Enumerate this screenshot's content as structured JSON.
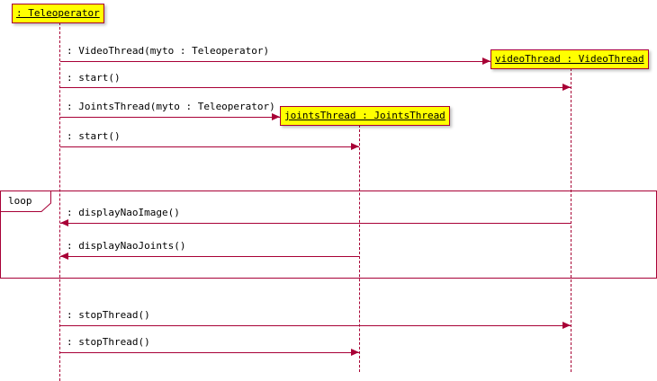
{
  "participants": [
    {
      "label": ": Teleoperator"
    },
    {
      "label": "videoThread : VideoThread"
    },
    {
      "label": "jointsThread : JointsThread"
    }
  ],
  "messages": [
    {
      "label": ": VideoThread(myto : Teleoperator)",
      "direction": "right"
    },
    {
      "label": ": start()",
      "direction": "right"
    },
    {
      "label": ": JointsThread(myto : Teleoperator)",
      "direction": "right"
    },
    {
      "label": ": start()",
      "direction": "right"
    },
    {
      "label": ": displayNaoImage()",
      "direction": "left"
    },
    {
      "label": ": displayNaoJoints()",
      "direction": "left"
    },
    {
      "label": ": stopThread()",
      "direction": "right"
    },
    {
      "label": ": stopThread()",
      "direction": "right"
    }
  ],
  "fragment": {
    "operator": "loop"
  },
  "colors": {
    "participant_fill": "#ffff00",
    "stroke": "#A80036",
    "text": "#000000",
    "background": "#ffffff"
  }
}
